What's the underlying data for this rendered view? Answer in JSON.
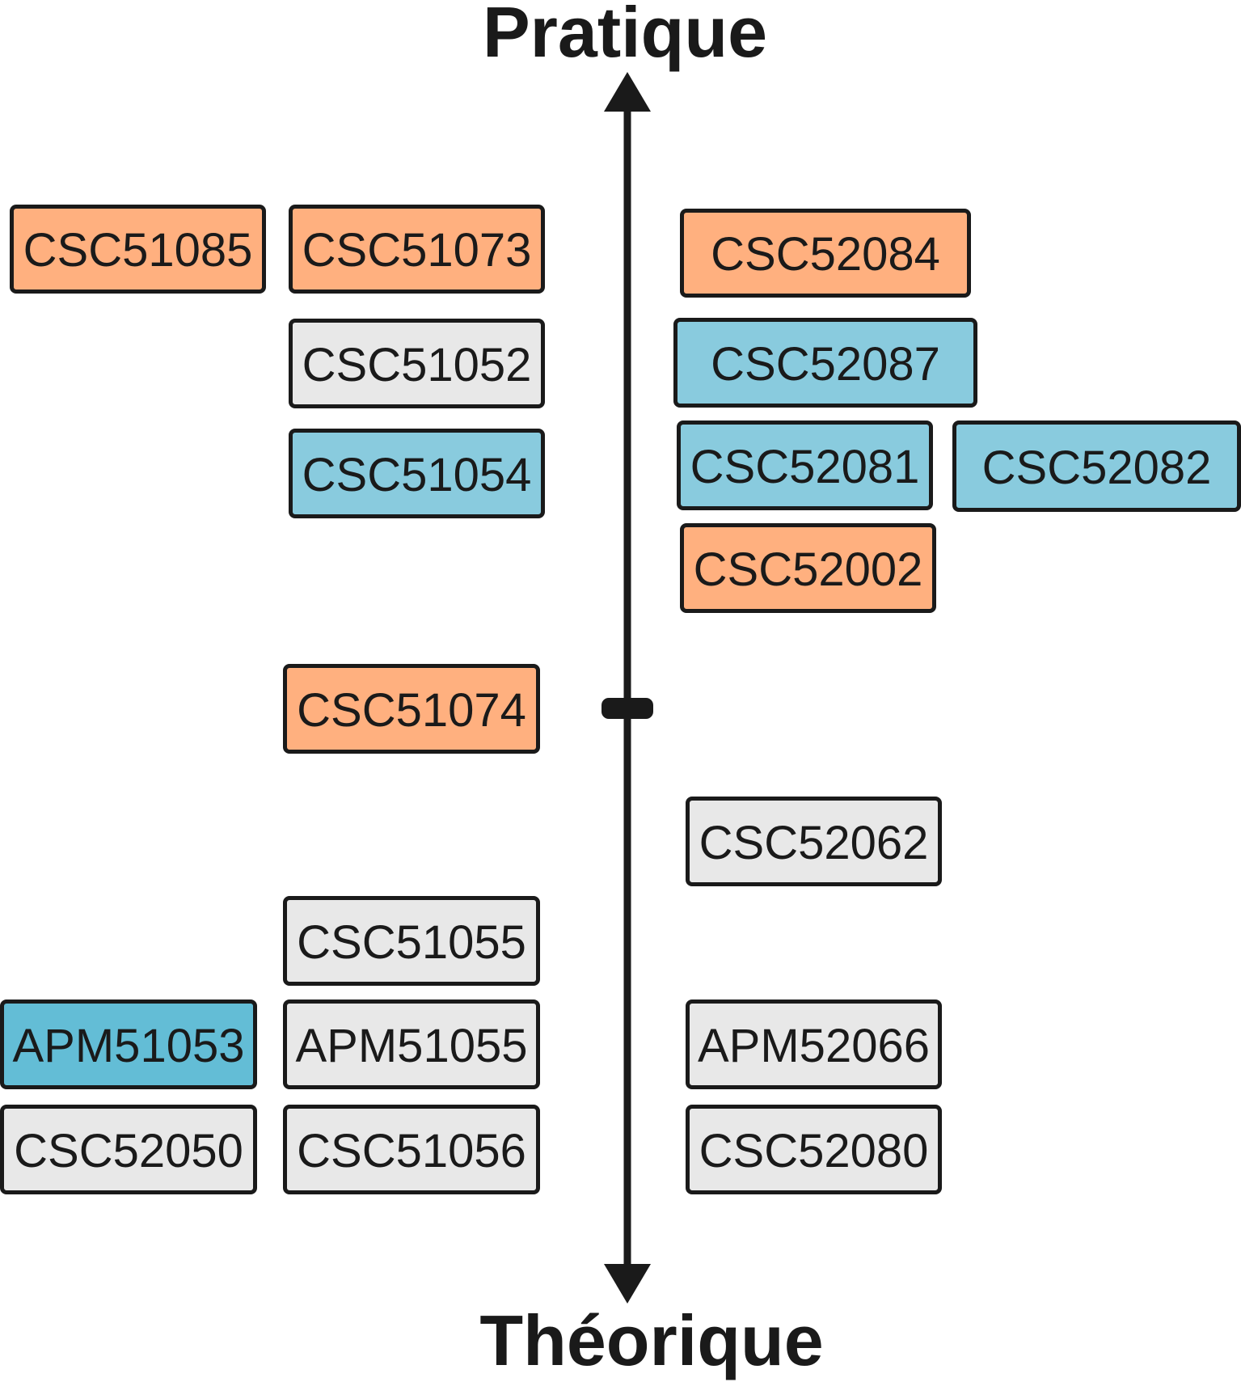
{
  "axis": {
    "top_label": "Pratique",
    "bottom_label": "Théorique"
  },
  "colors": {
    "orange": "#ffb07f",
    "blue": "#89cbde",
    "blue_dark": "#63bdd6",
    "gray": "#e8e8e8",
    "stroke": "#1a1a1a"
  },
  "courses": [
    {
      "code": "CSC51085",
      "color": "orange"
    },
    {
      "code": "CSC51073",
      "color": "orange"
    },
    {
      "code": "CSC52084",
      "color": "orange"
    },
    {
      "code": "CSC51052",
      "color": "gray"
    },
    {
      "code": "CSC52087",
      "color": "blue"
    },
    {
      "code": "CSC51054",
      "color": "blue"
    },
    {
      "code": "CSC52081",
      "color": "blue"
    },
    {
      "code": "CSC52082",
      "color": "blue"
    },
    {
      "code": "CSC52002",
      "color": "orange"
    },
    {
      "code": "CSC51074",
      "color": "orange"
    },
    {
      "code": "CSC52062",
      "color": "gray"
    },
    {
      "code": "CSC51055",
      "color": "gray"
    },
    {
      "code": "APM51053",
      "color": "blue_dark"
    },
    {
      "code": "APM51055",
      "color": "gray"
    },
    {
      "code": "APM52066",
      "color": "gray"
    },
    {
      "code": "CSC52050",
      "color": "gray"
    },
    {
      "code": "CSC51056",
      "color": "gray"
    },
    {
      "code": "CSC52080",
      "color": "gray"
    }
  ]
}
